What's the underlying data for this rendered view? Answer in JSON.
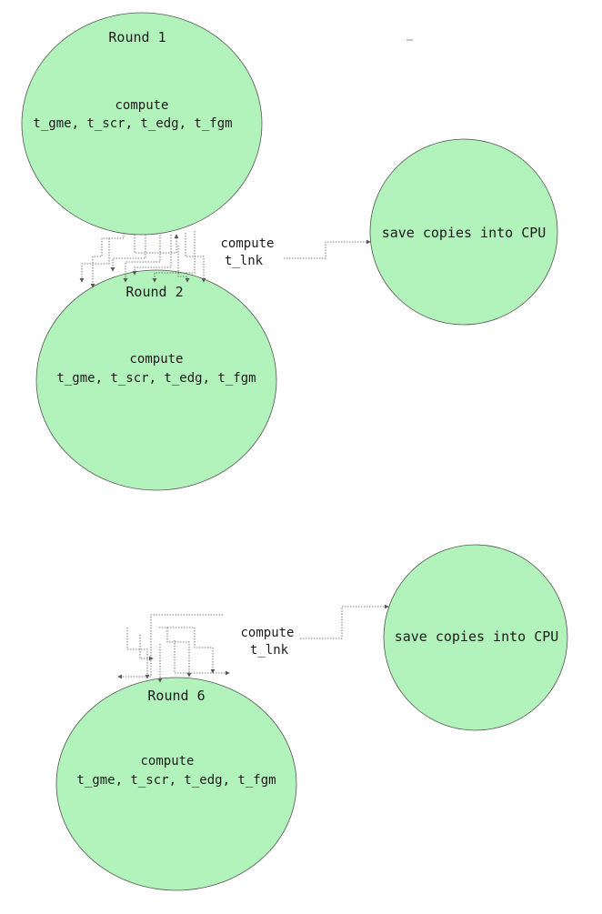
{
  "colors": {
    "node_fill": "#b2f2bb",
    "node_stroke": "#555555",
    "edge": "#555555",
    "background": "#ffffff"
  },
  "nodes": {
    "round1": {
      "title": "Round 1",
      "line1": "compute",
      "line2": "t_gme, t_scr, t_edg, t_fgm"
    },
    "round2": {
      "title": "Round 2",
      "line1": "compute",
      "line2": "t_gme, t_scr, t_edg, t_fgm"
    },
    "round6": {
      "title": "Round 6",
      "line1": "compute",
      "line2": "t_gme, t_scr, t_edg, t_fgm"
    },
    "cpu1": {
      "label": "save copies into CPU"
    },
    "cpu2": {
      "label": "save copies into CPU"
    }
  },
  "edge_labels": {
    "lnk1": {
      "line1": "compute",
      "line2": "t_lnk"
    },
    "lnk2": {
      "line1": "compute",
      "line2": "t_lnk"
    }
  }
}
